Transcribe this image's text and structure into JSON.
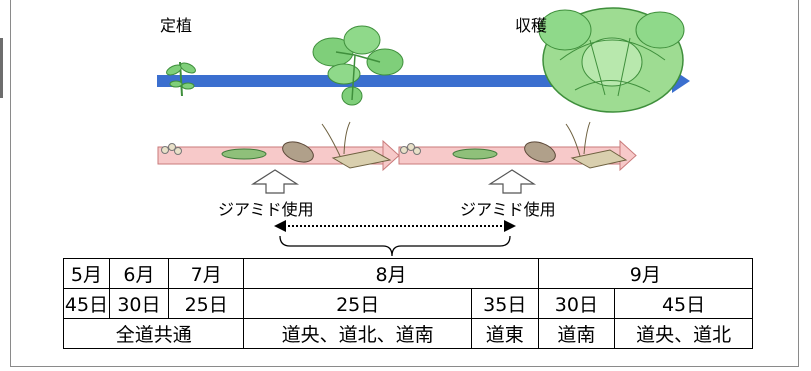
{
  "labels": {
    "planting": "定植",
    "harvest": "収穫"
  },
  "spray_labels": [
    "ジアミド使用",
    "ジアミド使用"
  ],
  "colors": {
    "main_arrow": "#3b6fcf",
    "pest_arrow_fill": "#f7c9c9",
    "pest_arrow_stroke": "#c97a7a",
    "leaf": "#7fcf7a",
    "leaf_dark": "#3f8f3c"
  },
  "table": {
    "months": [
      "5月",
      "6月",
      "7月",
      "8月",
      "9月"
    ],
    "intervals": [
      "45日",
      "30日",
      "25日",
      "25日",
      "35日",
      "30日",
      "45日"
    ],
    "regions": [
      "全道共通",
      "道央、道北、道南",
      "道東",
      "道南",
      "道央、道北"
    ]
  }
}
